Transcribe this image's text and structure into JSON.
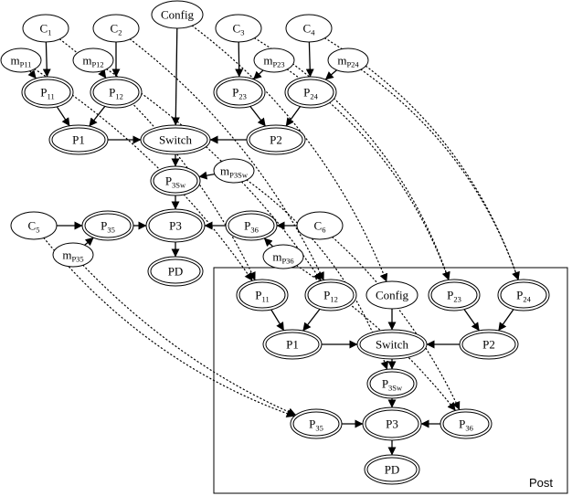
{
  "nodes": {
    "C1": {
      "main": "C",
      "sub": "1"
    },
    "C2": {
      "main": "C",
      "sub": "2"
    },
    "C3": {
      "main": "C",
      "sub": "3"
    },
    "C4": {
      "main": "C",
      "sub": "4"
    },
    "C5": {
      "main": "C",
      "sub": "5"
    },
    "C6": {
      "main": "C",
      "sub": "6"
    },
    "Config": {
      "main": "Config",
      "sub": ""
    },
    "mP11": {
      "main": "m",
      "sub": "P11"
    },
    "mP12": {
      "main": "m",
      "sub": "P12"
    },
    "mP23": {
      "main": "m",
      "sub": "P23"
    },
    "mP24": {
      "main": "m",
      "sub": "P24"
    },
    "mP3Sw": {
      "main": "m",
      "sub": "P3Sw"
    },
    "mP35": {
      "main": "m",
      "sub": "P35"
    },
    "mP36": {
      "main": "m",
      "sub": "P36"
    },
    "P11": {
      "main": "P",
      "sub": "11"
    },
    "P12": {
      "main": "P",
      "sub": "12"
    },
    "P23": {
      "main": "P",
      "sub": "23"
    },
    "P24": {
      "main": "P",
      "sub": "24"
    },
    "P1": {
      "main": "P1",
      "sub": ""
    },
    "P2": {
      "main": "P2",
      "sub": ""
    },
    "Switch": {
      "main": "Switch",
      "sub": ""
    },
    "P3Sw": {
      "main": "P",
      "sub": "3Sw"
    },
    "P35": {
      "main": "P",
      "sub": "35"
    },
    "P3": {
      "main": "P3",
      "sub": ""
    },
    "P36": {
      "main": "P",
      "sub": "36"
    },
    "PD": {
      "main": "PD",
      "sub": ""
    },
    "q_P11": {
      "main": "P",
      "sub": "11"
    },
    "q_P12": {
      "main": "P",
      "sub": "12"
    },
    "q_Config": {
      "main": "Config",
      "sub": ""
    },
    "q_P23": {
      "main": "P",
      "sub": "23"
    },
    "q_P24": {
      "main": "P",
      "sub": "24"
    },
    "q_P1": {
      "main": "P1",
      "sub": ""
    },
    "q_Switch": {
      "main": "Switch",
      "sub": ""
    },
    "q_P2": {
      "main": "P2",
      "sub": ""
    },
    "q_P3Sw": {
      "main": "P",
      "sub": "3Sw"
    },
    "q_P35": {
      "main": "P",
      "sub": "35"
    },
    "q_P3": {
      "main": "P3",
      "sub": ""
    },
    "q_P36": {
      "main": "P",
      "sub": "36"
    },
    "q_PD": {
      "main": "PD",
      "sub": ""
    }
  },
  "post_label": "Post",
  "edges_solid": [
    [
      "C1",
      "P11"
    ],
    [
      "mP11",
      "P11"
    ],
    [
      "C2",
      "P12"
    ],
    [
      "mP12",
      "P12"
    ],
    [
      "C3",
      "P23"
    ],
    [
      "mP23",
      "P23"
    ],
    [
      "C4",
      "P24"
    ],
    [
      "mP24",
      "P24"
    ],
    [
      "P11",
      "P1"
    ],
    [
      "P12",
      "P1"
    ],
    [
      "P23",
      "P2"
    ],
    [
      "P24",
      "P2"
    ],
    [
      "P1",
      "Switch"
    ],
    [
      "P2",
      "Switch"
    ],
    [
      "Config",
      "Switch"
    ],
    [
      "Switch",
      "P3Sw"
    ],
    [
      "mP3Sw",
      "P3Sw"
    ],
    [
      "P3Sw",
      "P3"
    ],
    [
      "C5",
      "P35"
    ],
    [
      "mP35",
      "P35"
    ],
    [
      "P35",
      "P3"
    ],
    [
      "C6",
      "P36"
    ],
    [
      "mP36",
      "P36"
    ],
    [
      "P36",
      "P3"
    ],
    [
      "P3",
      "PD"
    ],
    [
      "q_P11",
      "q_P1"
    ],
    [
      "q_P12",
      "q_P1"
    ],
    [
      "q_P23",
      "q_P2"
    ],
    [
      "q_P24",
      "q_P2"
    ],
    [
      "q_P1",
      "q_Switch"
    ],
    [
      "q_P2",
      "q_Switch"
    ],
    [
      "q_Config",
      "q_Switch"
    ],
    [
      "q_Switch",
      "q_P3Sw"
    ],
    [
      "q_P3Sw",
      "q_P3"
    ],
    [
      "q_P35",
      "q_P3"
    ],
    [
      "q_P36",
      "q_P3"
    ],
    [
      "q_P3",
      "q_PD"
    ]
  ],
  "edges_dotted": [
    [
      "C1",
      "q_P11"
    ],
    [
      "mP11",
      "q_P11"
    ],
    [
      "C2",
      "q_P12"
    ],
    [
      "mP12",
      "q_P12"
    ],
    [
      "C3",
      "q_P23"
    ],
    [
      "mP23",
      "q_P23"
    ],
    [
      "C4",
      "q_P24"
    ],
    [
      "mP24",
      "q_P24"
    ],
    [
      "Config",
      "q_Config"
    ],
    [
      "mP3Sw",
      "q_P3Sw"
    ],
    [
      "C5",
      "q_P35"
    ],
    [
      "mP35",
      "q_P35"
    ],
    [
      "C6",
      "q_P36"
    ],
    [
      "mP36",
      "q_P36"
    ]
  ]
}
